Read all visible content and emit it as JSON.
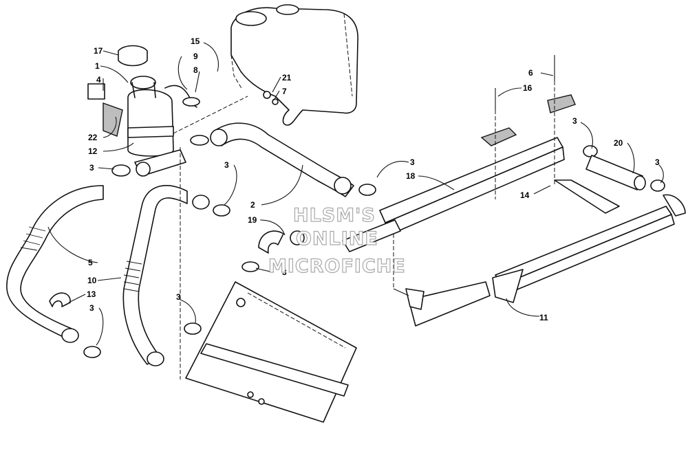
{
  "watermark": {
    "line1": "HLSM'S",
    "line2": "ONLINE",
    "line3": "MICROFICHE"
  },
  "callouts": [
    {
      "id": "p17",
      "label": "17"
    },
    {
      "id": "p1",
      "label": "1"
    },
    {
      "id": "p4",
      "label": "4"
    },
    {
      "id": "p22",
      "label": "22"
    },
    {
      "id": "p12",
      "label": "12"
    },
    {
      "id": "p3a",
      "label": "3"
    },
    {
      "id": "p15",
      "label": "15"
    },
    {
      "id": "p9",
      "label": "9"
    },
    {
      "id": "p8",
      "label": "8"
    },
    {
      "id": "p21",
      "label": "21"
    },
    {
      "id": "p7",
      "label": "7"
    },
    {
      "id": "p3b",
      "label": "3"
    },
    {
      "id": "p2",
      "label": "2"
    },
    {
      "id": "p19",
      "label": "19"
    },
    {
      "id": "p3c",
      "label": "3"
    },
    {
      "id": "p5",
      "label": "5"
    },
    {
      "id": "p10",
      "label": "10"
    },
    {
      "id": "p13",
      "label": "13"
    },
    {
      "id": "p3d",
      "label": "3"
    },
    {
      "id": "p3e",
      "label": "3"
    },
    {
      "id": "p3f",
      "label": "3"
    },
    {
      "id": "p18",
      "label": "18"
    },
    {
      "id": "p16",
      "label": "16"
    },
    {
      "id": "p6",
      "label": "6"
    },
    {
      "id": "p3g",
      "label": "3"
    },
    {
      "id": "p20",
      "label": "20"
    },
    {
      "id": "p3h",
      "label": "3"
    },
    {
      "id": "p14",
      "label": "14"
    },
    {
      "id": "p11",
      "label": "11"
    }
  ]
}
